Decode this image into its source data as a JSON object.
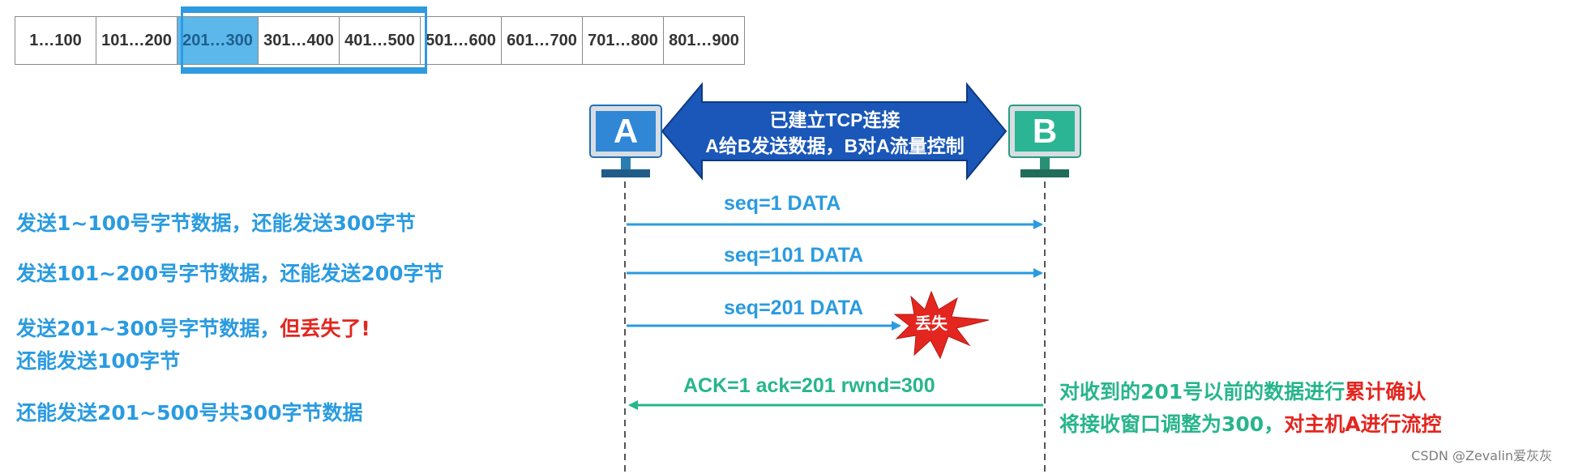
{
  "buffer": {
    "cells": [
      "1…100",
      "101…200",
      "201…300",
      "301…400",
      "401…500",
      "501…600",
      "601…700",
      "701…800",
      "801…900"
    ],
    "window_start_index": 2,
    "window_end_index": 4,
    "highlight_index": 2
  },
  "hosts": {
    "a_label": "A",
    "b_label": "B"
  },
  "banner": {
    "line1": "已建立TCP连接",
    "line2": "A给B发送数据，B对A流量控制"
  },
  "descriptions": {
    "d1": "发送1~100号字节数据，还能发送300字节",
    "d2": "发送101~200号字节数据，还能发送200字节",
    "d3_main": "发送201~300号字节数据，",
    "d3_red": "但丢失了",
    "d3_end": "!",
    "d3_line2": "还能发送100字节",
    "d4": "还能发送201~500号共300字节数据"
  },
  "messages": {
    "m1": "seq=1   DATA",
    "m2": "seq=101   DATA",
    "m3": "seq=201   DATA",
    "lost": "丢失",
    "ack": "ACK=1   ack=201     rwnd=300"
  },
  "notes": {
    "line1_main": "对收到的201号以前的数据进行",
    "line1_red": "累计确认",
    "line2_main": "将接收窗口调整为300，",
    "line2_red": "对主机A进行流控"
  },
  "watermark": "CSDN @Zevalin爱灰灰",
  "colors": {
    "blue": "#2a9be0",
    "green": "#27b58c",
    "red": "#e3261f",
    "banner": "#1a57b8",
    "window": "#5cb8ea"
  }
}
